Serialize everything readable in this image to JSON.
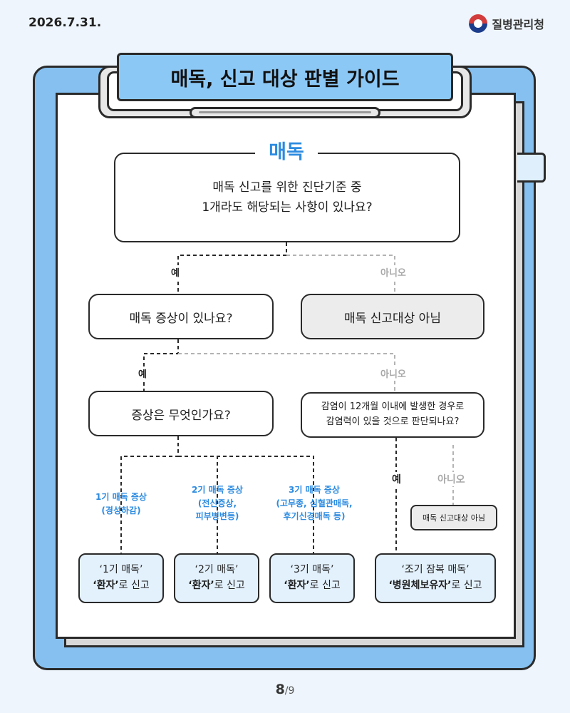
{
  "header": {
    "date": "2026.7.31.",
    "org": "질병관리청"
  },
  "title": "매독, 신고 대상 판별 가이드",
  "flow": {
    "section_label": "매독",
    "q1_line1": "매독 신고를 위한 진단기준 중",
    "q1_line2": "1개라도 해당되는 사항이 있나요?",
    "yes": "예",
    "no": "아니오",
    "q_symptom": "매독 증상이 있나요?",
    "not_target": "매독 신고대상 아님",
    "q_what": "증상은 무엇인가요?",
    "q_infect_line1": "감염이 12개월 이내에 발생한 경우로",
    "q_infect_line2": "감염력이 있을 것으로 판단되나요?",
    "not_target_small": "매독 신고대상 아님",
    "stage1_line1": "1기 매독 증상",
    "stage1_line2": "(경성하감)",
    "stage2_line1": "2기 매독 증상",
    "stage2_line2": "(전신증상,",
    "stage2_line3": "피부병변등)",
    "stage3_line1": "3기 매독 증상",
    "stage3_line2": "(고무종, 심혈관매독,",
    "stage3_line3": "후기신경매독 등)",
    "r1_line1": "‘1기 매독’",
    "r1_bold": "‘환자’",
    "r1_rest": "로 신고",
    "r2_line1": "‘2기 매독’",
    "r2_bold": "‘환자’",
    "r2_rest": "로 신고",
    "r3_line1": "‘3기 매독’",
    "r3_bold": "‘환자’",
    "r3_rest": "로 신고",
    "r4_line1": "‘조기 잠복 매독’",
    "r4_bold": "‘병원체보유자’",
    "r4_rest": "로 신고"
  },
  "footer": {
    "page": "8",
    "total": "/9"
  },
  "colors": {
    "accent": "#2c8be0",
    "board": "#85c0f0",
    "title_bg": "#8cc8f5",
    "result_bg": "#e3f1fd"
  }
}
